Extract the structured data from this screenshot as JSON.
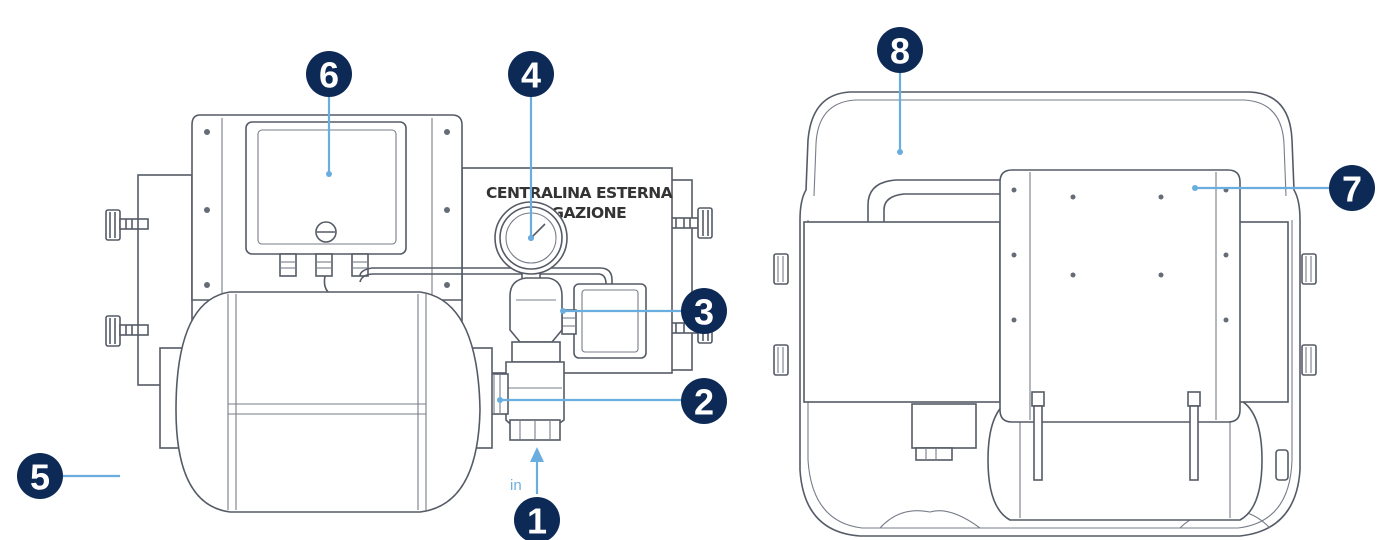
{
  "plate": {
    "line1": "CENTRALINA ESTERNA",
    "line2": "IGAZIONE"
  },
  "inlet_label": "in",
  "callouts": [
    {
      "id": "1",
      "label": "1"
    },
    {
      "id": "2",
      "label": "2"
    },
    {
      "id": "3",
      "label": "3"
    },
    {
      "id": "4",
      "label": "4"
    },
    {
      "id": "5",
      "label": "5"
    },
    {
      "id": "6",
      "label": "6"
    },
    {
      "id": "7",
      "label": "7"
    },
    {
      "id": "8",
      "label": "8"
    }
  ],
  "colors": {
    "badge": "#0d2a57",
    "leader": "#6aaee0",
    "outline": "#555b66"
  }
}
